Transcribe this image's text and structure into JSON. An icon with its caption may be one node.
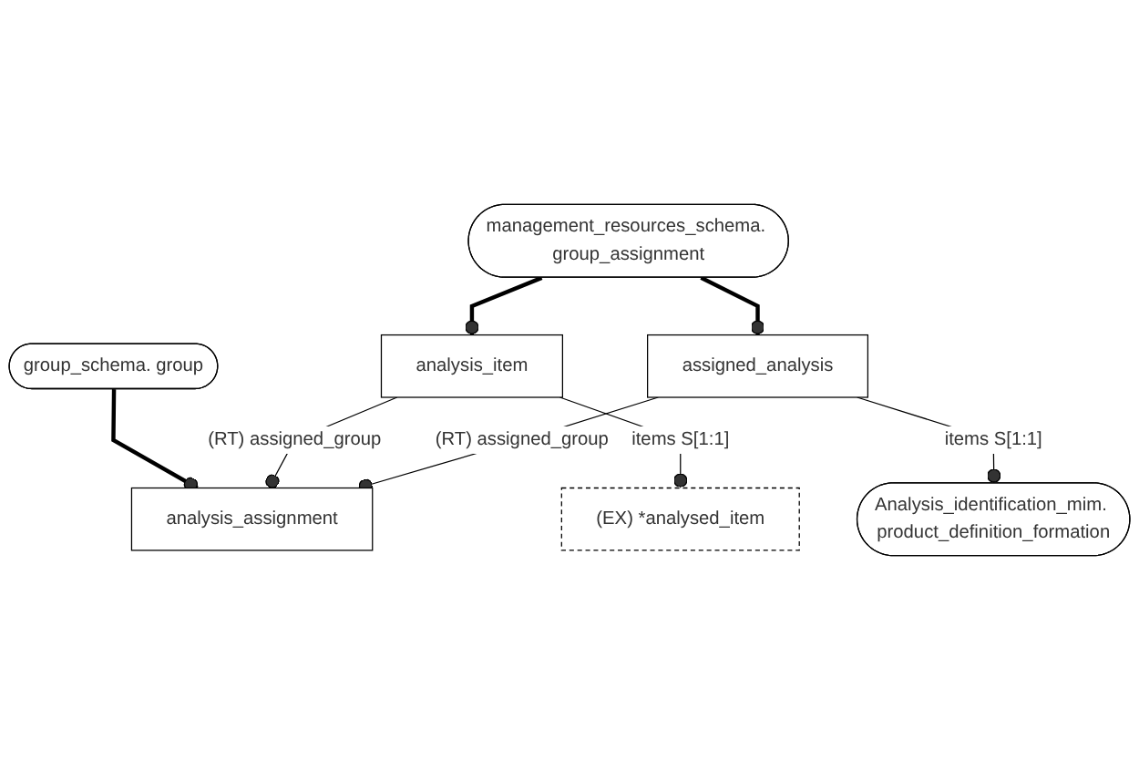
{
  "diagram": {
    "nodes": [
      {
        "text": [
          "management_resources_schema. group_assignment"
        ]
      },
      {
        "text": [
          "group_schema. group"
        ]
      },
      {
        "text": [
          "analysis_item"
        ]
      },
      {
        "text": [
          "analysis_assignment"
        ]
      },
      {
        "text": [
          "assigned_analysis"
        ]
      },
      {
        "text": [
          "(EX) *analysed_item"
        ]
      },
      {
        "text": [
          "Analysis_identification_mim. product_definition_formation"
        ]
      }
    ],
    "edges": [
      {
        "from": 0,
        "to": 2,
        "arrow": "other",
        "style": "thick"
      },
      {
        "from": 0,
        "to": 4,
        "arrow": "other",
        "style": "thick"
      },
      {
        "from": 1,
        "to": 3,
        "arrow": "other",
        "style": "thick"
      },
      {
        "from": 2,
        "to": 3,
        "arrow": "other",
        "label": "(RT) assigned_group"
      },
      {
        "from": 4,
        "to": 3,
        "arrow": "other",
        "label": "(RT) assigned_group"
      },
      {
        "from": 2,
        "to": 5,
        "arrow": "other",
        "label": "items S[1:1]"
      },
      {
        "from": 4,
        "to": 6,
        "arrow": "other",
        "label": "items S[1:1]"
      }
    ]
  }
}
